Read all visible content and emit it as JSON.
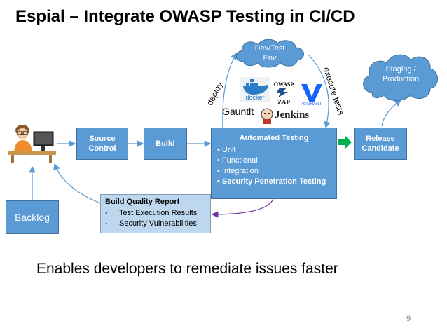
{
  "title": "Espial – Integrate OWASP Testing in CI/CD",
  "dev_test_env": [
    "Dev/Test",
    "Env"
  ],
  "staging": [
    "Staging /",
    "Production"
  ],
  "deploy_label": "deploy",
  "execute_label": "execute tests",
  "tools": {
    "docker": "docker",
    "owasp": "OWASP",
    "zap": "ZAP",
    "vagrant": "VAGRANT",
    "gauntlt": "Gauntlt",
    "jenkins": "Jenkins"
  },
  "source_control": [
    "Source",
    "Control"
  ],
  "build": "Build",
  "automated_testing": {
    "title": "Automated Testing",
    "items": [
      "Unit",
      "Functional",
      "Integration",
      "Security Penetration Testing"
    ]
  },
  "release_candidate": [
    "Release",
    "Candidate"
  ],
  "backlog": "Backlog",
  "build_quality_report": {
    "title": "Build Quality Report",
    "items": [
      "Test Execution Results",
      "Security Vulnerabilities"
    ]
  },
  "caption": "Enables developers to remediate issues faster",
  "page_number": "9",
  "colors": {
    "box_fill": "#5b9bd5",
    "box_border": "#41719c",
    "report_fill": "#bdd7ee",
    "green_arrow": "#00b050",
    "purple_arrow": "#7030a0",
    "blue_arrow": "#5b9bd5"
  }
}
